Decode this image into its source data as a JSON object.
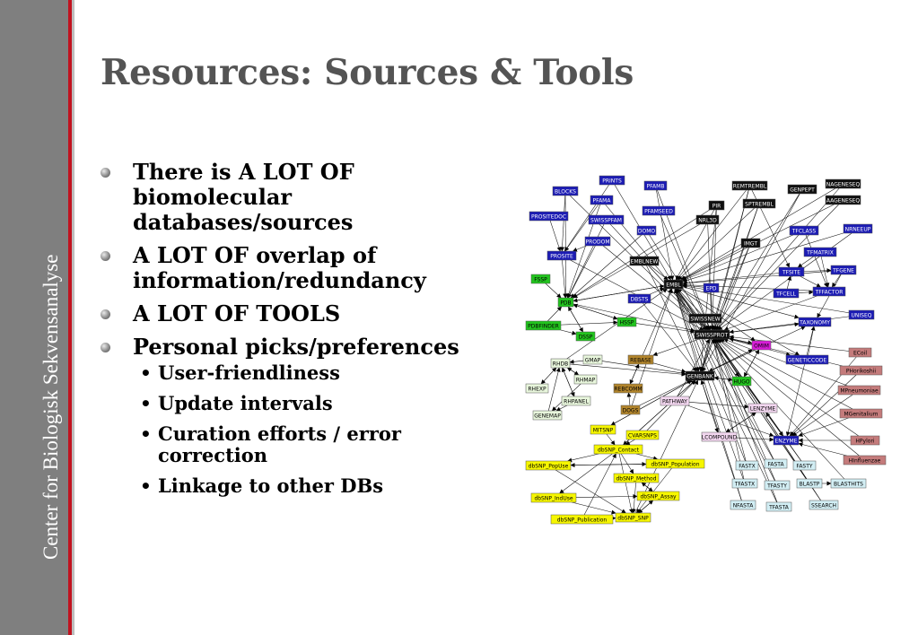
{
  "sidebar": {
    "text": "Center for Biologisk Sekvensanalyse"
  },
  "title": "Resources: Sources & Tools",
  "bullets": [
    {
      "text": "There is A LOT OF biomolecular databases/sources"
    },
    {
      "text": "A LOT OF overlap of information/redundancy"
    },
    {
      "text": "A LOT OF TOOLS"
    },
    {
      "text": "Personal picks/preferences",
      "sub": [
        "User-friendliness",
        "Update intervals",
        "Curation efforts / error correction",
        "Linkage to other DBs"
      ]
    }
  ],
  "colors": {
    "sidebar": "#7f7f7f",
    "accent_line": "#c1121f",
    "title": "#545454"
  },
  "diagram": {
    "categories": {
      "blue": {
        "fill": "#1c1cb4",
        "text": "#ffffff"
      },
      "black": {
        "fill": "#101010",
        "text": "#ffffff"
      },
      "green": {
        "fill": "#22c41e",
        "text": "#000000"
      },
      "paleGreen": {
        "fill": "#e8f6dc",
        "text": "#000000"
      },
      "yellow": {
        "fill": "#f6f600",
        "text": "#000000"
      },
      "brown": {
        "fill": "#b2852c",
        "text": "#000000"
      },
      "pink": {
        "fill": "#f2d6ef",
        "text": "#000000"
      },
      "magenta": {
        "fill": "#d81cd8",
        "text": "#000000"
      },
      "lightBlue": {
        "fill": "#d2eef4",
        "text": "#000000"
      },
      "rose": {
        "fill": "#c47b7b",
        "text": "#000000"
      }
    },
    "nodes": [
      {
        "label": "PRINTS",
        "cat": "blue"
      },
      {
        "label": "PFAMB",
        "cat": "blue"
      },
      {
        "label": "REMTREMBL",
        "cat": "black"
      },
      {
        "label": "NAGENESEQ",
        "cat": "black"
      },
      {
        "label": "BLOCKS",
        "cat": "blue"
      },
      {
        "label": "PFAMA",
        "cat": "blue"
      },
      {
        "label": "GENPEPT",
        "cat": "black"
      },
      {
        "label": "PIR",
        "cat": "black"
      },
      {
        "label": "SPTREMBL",
        "cat": "black"
      },
      {
        "label": "AAGENESEQ",
        "cat": "black"
      },
      {
        "label": "PROSITEDOC",
        "cat": "blue"
      },
      {
        "label": "SWISSPFAM",
        "cat": "blue"
      },
      {
        "label": "PFAMSEED",
        "cat": "blue"
      },
      {
        "label": "NRL3D",
        "cat": "black"
      },
      {
        "label": "DOMO",
        "cat": "blue"
      },
      {
        "label": "TFCLASS",
        "cat": "blue"
      },
      {
        "label": "NRNEEUP",
        "cat": "blue"
      },
      {
        "label": "PRODOM",
        "cat": "blue"
      },
      {
        "label": "IMGT",
        "cat": "black"
      },
      {
        "label": "TFMATRIX",
        "cat": "blue"
      },
      {
        "label": "PROSITE",
        "cat": "blue"
      },
      {
        "label": "EMBLNEW",
        "cat": "black"
      },
      {
        "label": "TFSITE",
        "cat": "blue"
      },
      {
        "label": "TFGENE",
        "cat": "blue"
      },
      {
        "label": "FSSP",
        "cat": "green"
      },
      {
        "label": "EMBL",
        "cat": "black"
      },
      {
        "label": "EPD",
        "cat": "blue"
      },
      {
        "label": "TFFACTOR",
        "cat": "blue"
      },
      {
        "label": "DBSTS",
        "cat": "blue"
      },
      {
        "label": "TFCELL",
        "cat": "blue"
      },
      {
        "label": "PDB",
        "cat": "green"
      },
      {
        "label": "UNISEQ",
        "cat": "blue"
      },
      {
        "label": "SWISSNEW",
        "cat": "black"
      },
      {
        "label": "HSSP",
        "cat": "green"
      },
      {
        "label": "TAXONOMY",
        "cat": "blue"
      },
      {
        "label": "PDBFINDER",
        "cat": "green"
      },
      {
        "label": "SWISSPROT",
        "cat": "black"
      },
      {
        "label": "DSSP",
        "cat": "green"
      },
      {
        "label": "OMIM",
        "cat": "magenta"
      },
      {
        "label": "ECoil",
        "cat": "rose"
      },
      {
        "label": "GMAP",
        "cat": "paleGreen"
      },
      {
        "label": "REBASE",
        "cat": "brown"
      },
      {
        "label": "GENETICCODE",
        "cat": "blue"
      },
      {
        "label": "PHorikoshii",
        "cat": "rose"
      },
      {
        "label": "RHDB",
        "cat": "paleGreen"
      },
      {
        "label": "RHMAP",
        "cat": "paleGreen"
      },
      {
        "label": "GENBANK",
        "cat": "black"
      },
      {
        "label": "HUGO",
        "cat": "green"
      },
      {
        "label": "MPneumoniae",
        "cat": "rose"
      },
      {
        "label": "RHEXP",
        "cat": "paleGreen"
      },
      {
        "label": "REBCOMM",
        "cat": "brown"
      },
      {
        "label": "RHPANEL",
        "cat": "paleGreen"
      },
      {
        "label": "PATHWAY",
        "cat": "pink"
      },
      {
        "label": "LENZYME",
        "cat": "pink"
      },
      {
        "label": "MGenitalium",
        "cat": "rose"
      },
      {
        "label": "GENEMAP",
        "cat": "paleGreen"
      },
      {
        "label": "DOGS",
        "cat": "brown"
      },
      {
        "label": "MITSNP",
        "cat": "yellow"
      },
      {
        "label": "CVARSNPS",
        "cat": "yellow"
      },
      {
        "label": "LCOMPOUND",
        "cat": "pink"
      },
      {
        "label": "ENZYME",
        "cat": "blue"
      },
      {
        "label": "HPylori",
        "cat": "rose"
      },
      {
        "label": "dbSNP_Contact",
        "cat": "yellow"
      },
      {
        "label": "HInfluenzae",
        "cat": "rose"
      },
      {
        "label": "dbSNP_PopUse",
        "cat": "yellow"
      },
      {
        "label": "dbSNP_Population",
        "cat": "yellow"
      },
      {
        "label": "FASTX",
        "cat": "lightBlue"
      },
      {
        "label": "FASTA",
        "cat": "lightBlue"
      },
      {
        "label": "FASTY",
        "cat": "lightBlue"
      },
      {
        "label": "dbSNP_Method",
        "cat": "yellow"
      },
      {
        "label": "TFASTX",
        "cat": "lightBlue"
      },
      {
        "label": "TFASTY",
        "cat": "lightBlue"
      },
      {
        "label": "BLASTP",
        "cat": "lightBlue"
      },
      {
        "label": "BLASTHITS",
        "cat": "lightBlue"
      },
      {
        "label": "dbSNP_IndUse",
        "cat": "yellow"
      },
      {
        "label": "dbSNP_Assay",
        "cat": "yellow"
      },
      {
        "label": "NFASTA",
        "cat": "lightBlue"
      },
      {
        "label": "TFASTA",
        "cat": "lightBlue"
      },
      {
        "label": "SSEARCH",
        "cat": "lightBlue"
      },
      {
        "label": "dbSNP_Publication",
        "cat": "yellow"
      },
      {
        "label": "dbSNP_SNP",
        "cat": "yellow"
      }
    ],
    "edges": [
      [
        "PRINTS",
        "PROSITE"
      ],
      [
        "PRINTS",
        "EMBL"
      ],
      [
        "PFAMB",
        "SWISSPROT"
      ],
      [
        "PFAMB",
        "EMBL"
      ],
      [
        "REMTREMBL",
        "EMBL"
      ],
      [
        "REMTREMBL",
        "GENBANK"
      ],
      [
        "REMTREMBL",
        "SWISSPROT"
      ],
      [
        "REMTREMBL",
        "TFSITE"
      ],
      [
        "NAGENESEQ",
        "EMBL"
      ],
      [
        "NAGENESEQ",
        "SWISSPROT"
      ],
      [
        "BLOCKS",
        "PROSITE"
      ],
      [
        "BLOCKS",
        "SWISSPROT"
      ],
      [
        "BLOCKS",
        "PDB"
      ],
      [
        "PFAMA",
        "SWISSPROT"
      ],
      [
        "PFAMA",
        "PDB"
      ],
      [
        "PFAMA",
        "PROSITE"
      ],
      [
        "GENPEPT",
        "GENBANK"
      ],
      [
        "GENPEPT",
        "SWISSPROT"
      ],
      [
        "PIR",
        "SWISSPROT"
      ],
      [
        "PIR",
        "EMBL"
      ],
      [
        "PIR",
        "GENBANK"
      ],
      [
        "PIR",
        "PDB"
      ],
      [
        "SPTREMBL",
        "EMBL"
      ],
      [
        "SPTREMBL",
        "SWISSPROT"
      ],
      [
        "SPTREMBL",
        "GENBANK"
      ],
      [
        "AAGENESEQ",
        "SWISSPROT"
      ],
      [
        "AAGENESEQ",
        "EMBL"
      ],
      [
        "PROSITEDOC",
        "PROSITE"
      ],
      [
        "SWISSPFAM",
        "SWISSPROT"
      ],
      [
        "SWISSPFAM",
        "PDB"
      ],
      [
        "PFAMSEED",
        "SWISSPROT"
      ],
      [
        "NRL3D",
        "PDB"
      ],
      [
        "NRL3D",
        "SWISSPROT"
      ],
      [
        "DOMO",
        "SWISSPROT"
      ],
      [
        "DOMO",
        "PDB"
      ],
      [
        "TFCLASS",
        "TFFACTOR"
      ],
      [
        "TFCLASS",
        "EMBL"
      ],
      [
        "NRNEEUP",
        "EMBL"
      ],
      [
        "NRNEEUP",
        "SWISSPROT"
      ],
      [
        "PRODOM",
        "SWISSPROT"
      ],
      [
        "PRODOM",
        "PDB"
      ],
      [
        "PRODOM",
        "PROSITE"
      ],
      [
        "IMGT",
        "EMBL"
      ],
      [
        "IMGT",
        "SWISSPROT"
      ],
      [
        "IMGT",
        "GENBANK"
      ],
      [
        "TFMATRIX",
        "TFFACTOR"
      ],
      [
        "TFMATRIX",
        "TFSITE"
      ],
      [
        "PROSITE",
        "SWISSPROT"
      ],
      [
        "PROSITE",
        "PDB"
      ],
      [
        "EMBLNEW",
        "EMBL"
      ],
      [
        "EMBLNEW",
        "SWISSPROT"
      ],
      [
        "EMBLNEW",
        "GENBANK"
      ],
      [
        "TFSITE",
        "EMBL"
      ],
      [
        "TFSITE",
        "TFGENE"
      ],
      [
        "TFSITE",
        "TFFACTOR"
      ],
      [
        "TFGENE",
        "EMBL"
      ],
      [
        "TFGENE",
        "TFFACTOR"
      ],
      [
        "TFGENE",
        "TAXONOMY"
      ],
      [
        "FSSP",
        "PDB"
      ],
      [
        "EMBL",
        "SWISSPROT"
      ],
      [
        "EMBL",
        "GENBANK"
      ],
      [
        "EMBL",
        "TAXONOMY"
      ],
      [
        "EMBL",
        "PDB"
      ],
      [
        "EMBL",
        "OMIM"
      ],
      [
        "EMBL",
        "GENETICCODE"
      ],
      [
        "EPD",
        "EMBL"
      ],
      [
        "EPD",
        "SWISSPROT"
      ],
      [
        "TFFACTOR",
        "SWISSPROT"
      ],
      [
        "TFFACTOR",
        "EMBL"
      ],
      [
        "DBSTS",
        "EMBL"
      ],
      [
        "DBSTS",
        "GENBANK"
      ],
      [
        "TFCELL",
        "TFFACTOR"
      ],
      [
        "TFCELL",
        "TFSITE"
      ],
      [
        "PDB",
        "SWISSPROT"
      ],
      [
        "PDB",
        "HSSP"
      ],
      [
        "PDB",
        "DSSP"
      ],
      [
        "PDB",
        "EMBL"
      ],
      [
        "UNISEQ",
        "SWISSPROT"
      ],
      [
        "UNISEQ",
        "EMBL"
      ],
      [
        "SWISSNEW",
        "SWISSPROT"
      ],
      [
        "SWISSNEW",
        "EMBL"
      ],
      [
        "HSSP",
        "SWISSPROT"
      ],
      [
        "HSSP",
        "PDB"
      ],
      [
        "TAXONOMY",
        "ENZYME"
      ],
      [
        "PDBFINDER",
        "PDB"
      ],
      [
        "PDBFINDER",
        "DSSP"
      ],
      [
        "PDBFINDER",
        "HSSP"
      ],
      [
        "SWISSPROT",
        "TAXONOMY"
      ],
      [
        "SWISSPROT",
        "OMIM"
      ],
      [
        "SWISSPROT",
        "ENZYME"
      ],
      [
        "SWISSPROT",
        "GENBANK"
      ],
      [
        "SWISSPROT",
        "HUGO"
      ],
      [
        "SWISSPROT",
        "REBASE"
      ],
      [
        "SWISSPROT",
        "GENETICCODE"
      ],
      [
        "DSSP",
        "PDB"
      ],
      [
        "OMIM",
        "HUGO"
      ],
      [
        "OMIM",
        "GENBANK"
      ],
      [
        "OMIM",
        "SWISSPROT"
      ],
      [
        "ECoil",
        "SWISSPROT"
      ],
      [
        "ECoil",
        "ENZYME"
      ],
      [
        "GMAP",
        "GENBANK"
      ],
      [
        "GMAP",
        "RHDB"
      ],
      [
        "REBASE",
        "EMBL"
      ],
      [
        "REBASE",
        "REBCOMM"
      ],
      [
        "REBASE",
        "GENBANK"
      ],
      [
        "GENETICCODE",
        "TAXONOMY"
      ],
      [
        "PHorikoshii",
        "SWISSPROT"
      ],
      [
        "PHorikoshii",
        "ENZYME"
      ],
      [
        "RHDB",
        "GENBANK"
      ],
      [
        "RHDB",
        "EMBL"
      ],
      [
        "RHDB",
        "RHMAP"
      ],
      [
        "RHDB",
        "RHEXP"
      ],
      [
        "RHDB",
        "RHPANEL"
      ],
      [
        "RHMAP",
        "RHDB"
      ],
      [
        "RHMAP",
        "GENEMAP"
      ],
      [
        "GENBANK",
        "TAXONOMY"
      ],
      [
        "GENBANK",
        "OMIM"
      ],
      [
        "GENBANK",
        "HUGO"
      ],
      [
        "GENBANK",
        "MITSNP"
      ],
      [
        "GENBANK",
        "dbSNP_Contact"
      ],
      [
        "GENBANK",
        "LCOMPOUND"
      ],
      [
        "HUGO",
        "OMIM"
      ],
      [
        "HUGO",
        "GENBANK"
      ],
      [
        "MPneumoniae",
        "SWISSPROT"
      ],
      [
        "MPneumoniae",
        "ENZYME"
      ],
      [
        "RHEXP",
        "RHDB"
      ],
      [
        "REBCOMM",
        "REBASE"
      ],
      [
        "RHPANEL",
        "RHDB"
      ],
      [
        "RHPANEL",
        "GENEMAP"
      ],
      [
        "PATHWAY",
        "ENZYME"
      ],
      [
        "PATHWAY",
        "LENZYME"
      ],
      [
        "PATHWAY",
        "SWISSPROT"
      ],
      [
        "LENZYME",
        "ENZYME"
      ],
      [
        "LENZYME",
        "LCOMPOUND"
      ],
      [
        "LENZYME",
        "SWISSPROT"
      ],
      [
        "MGenitalium",
        "SWISSPROT"
      ],
      [
        "MGenitalium",
        "ENZYME"
      ],
      [
        "GENEMAP",
        "RHDB"
      ],
      [
        "DOGS",
        "EMBL"
      ],
      [
        "DOGS",
        "REBCOMM"
      ],
      [
        "DOGS",
        "GENBANK"
      ],
      [
        "MITSNP",
        "dbSNP_Contact"
      ],
      [
        "MITSNP",
        "GENBANK"
      ],
      [
        "CVARSNPS",
        "dbSNP_Contact"
      ],
      [
        "CVARSNPS",
        "GENBANK"
      ],
      [
        "LCOMPOUND",
        "ENZYME"
      ],
      [
        "LCOMPOUND",
        "LENZYME"
      ],
      [
        "ENZYME",
        "SWISSPROT"
      ],
      [
        "ENZYME",
        "LENZYME"
      ],
      [
        "HPylori",
        "SWISSPROT"
      ],
      [
        "HPylori",
        "ENZYME"
      ],
      [
        "dbSNP_Contact",
        "dbSNP_PopUse"
      ],
      [
        "dbSNP_Contact",
        "dbSNP_Population"
      ],
      [
        "dbSNP_Contact",
        "dbSNP_Method"
      ],
      [
        "dbSNP_Contact",
        "dbSNP_IndUse"
      ],
      [
        "dbSNP_Contact",
        "dbSNP_SNP"
      ],
      [
        "dbSNP_Contact",
        "GENBANK"
      ],
      [
        "HInfluenzae",
        "SWISSPROT"
      ],
      [
        "HInfluenzae",
        "ENZYME"
      ],
      [
        "dbSNP_PopUse",
        "dbSNP_Population"
      ],
      [
        "dbSNP_PopUse",
        "dbSNP_SNP"
      ],
      [
        "dbSNP_Population",
        "dbSNP_PopUse"
      ],
      [
        "dbSNP_Population",
        "dbSNP_SNP"
      ],
      [
        "FASTX",
        "SWISSPROT"
      ],
      [
        "FASTX",
        "EMBL"
      ],
      [
        "FASTA",
        "SWISSPROT"
      ],
      [
        "FASTA",
        "EMBL"
      ],
      [
        "FASTY",
        "SWISSPROT"
      ],
      [
        "FASTY",
        "EMBL"
      ],
      [
        "dbSNP_Method",
        "dbSNP_Assay"
      ],
      [
        "dbSNP_Method",
        "dbSNP_SNP"
      ],
      [
        "TFASTX",
        "EMBL"
      ],
      [
        "TFASTX",
        "SWISSPROT"
      ],
      [
        "TFASTY",
        "EMBL"
      ],
      [
        "TFASTY",
        "SWISSPROT"
      ],
      [
        "BLASTP",
        "SWISSPROT"
      ],
      [
        "BLASTP",
        "BLASTHITS"
      ],
      [
        "BLASTP",
        "EMBL"
      ],
      [
        "BLASTHITS",
        "SWISSPROT"
      ],
      [
        "dbSNP_IndUse",
        "dbSNP_SNP"
      ],
      [
        "dbSNP_IndUse",
        "dbSNP_Assay"
      ],
      [
        "dbSNP_Assay",
        "dbSNP_SNP"
      ],
      [
        "dbSNP_Assay",
        "dbSNP_Method"
      ],
      [
        "NFASTA",
        "EMBL"
      ],
      [
        "NFASTA",
        "GENBANK"
      ],
      [
        "TFASTA",
        "EMBL"
      ],
      [
        "TFASTA",
        "SWISSPROT"
      ],
      [
        "SSEARCH",
        "SWISSPROT"
      ],
      [
        "SSEARCH",
        "EMBL"
      ],
      [
        "dbSNP_Publication",
        "dbSNP_SNP"
      ],
      [
        "dbSNP_Publication",
        "dbSNP_Contact"
      ],
      [
        "dbSNP_SNP",
        "GENBANK"
      ],
      [
        "dbSNP_SNP",
        "dbSNP_Assay"
      ]
    ]
  }
}
